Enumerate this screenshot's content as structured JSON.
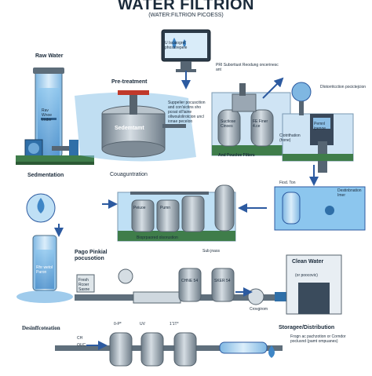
{
  "title": "WATER FILTRION",
  "subtitle": "(WATER:FILTRION PICOESS)",
  "labels": {
    "raw_water": "Raw Water",
    "pretreatment": "Pre-treatment",
    "sedimentation": "Sedmentation",
    "sedimentant_tank": "Sedemtamt",
    "coagulation": "Couaguntration",
    "supplier_note": "Suppelier pocuscition and con'sictins sho pcoat oll'iaine ollwoulolirotcion uncl ionae pecelon",
    "pri_substitute": "PRI Subortiuot Reodung oncerinesc ant",
    "disinfection_top": "Dlotorritcction pocictejcion",
    "sedimentation_box": "Suctiose Cinoes",
    "fe_filter": "FE Finer 4.ce",
    "and_filters": "And Foucloe Filters",
    "chlorination": "Clotrithation (hone)",
    "monitor_caption": "U Iscaiogrel' phossirepeie",
    "monitor_value": "Pemnl ipenoe",
    "raw_tower": "Rav Wnoe Imder",
    "flood_tank": "Fiod. Ton",
    "destinnation": "Destinbnation Imer",
    "bioprepared": "Bioprpaored olsorustion",
    "tank_a": "Peiuoe",
    "tank_b": "Pumn",
    "page_pinkal": "Pago Pinkial pocusotion",
    "pre_tower": "Rhr wetol Paron",
    "sub_pass": "Sub jnass",
    "fresh_panel": "Fresh Rcoer Sasne",
    "filter_a": "CHNE 54",
    "filter_b": "SKER 54",
    "destinnation_low": "Crovgirom",
    "clean_water": "Clean Water",
    "clean_sub": "(or poocovic)",
    "disinfection": "Desinffcoteation",
    "ch_label": "CH",
    "ouc_label": "OUC",
    "uv": "UV",
    "chem_a": "0-P*",
    "chem_b": "1'1T*",
    "storage": "Storagee/Distribution",
    "storage_sub": "Frogn ac pachzotion or Corndor poclusnd (pamt ompuanes)"
  },
  "icon_names": [
    "water-drop-icon",
    "monitor-icon",
    "valve-icon",
    "pump-icon",
    "gauge-icon",
    "arrow-icon"
  ],
  "colors": {
    "water": "#5fa8e0",
    "water_light": "#bfe0f5",
    "steel": "#9aa7b3",
    "steel_dark": "#566573",
    "green_ground": "#3f7d4a",
    "arrow": "#2c5aa0",
    "text": "#1a2a3a"
  }
}
